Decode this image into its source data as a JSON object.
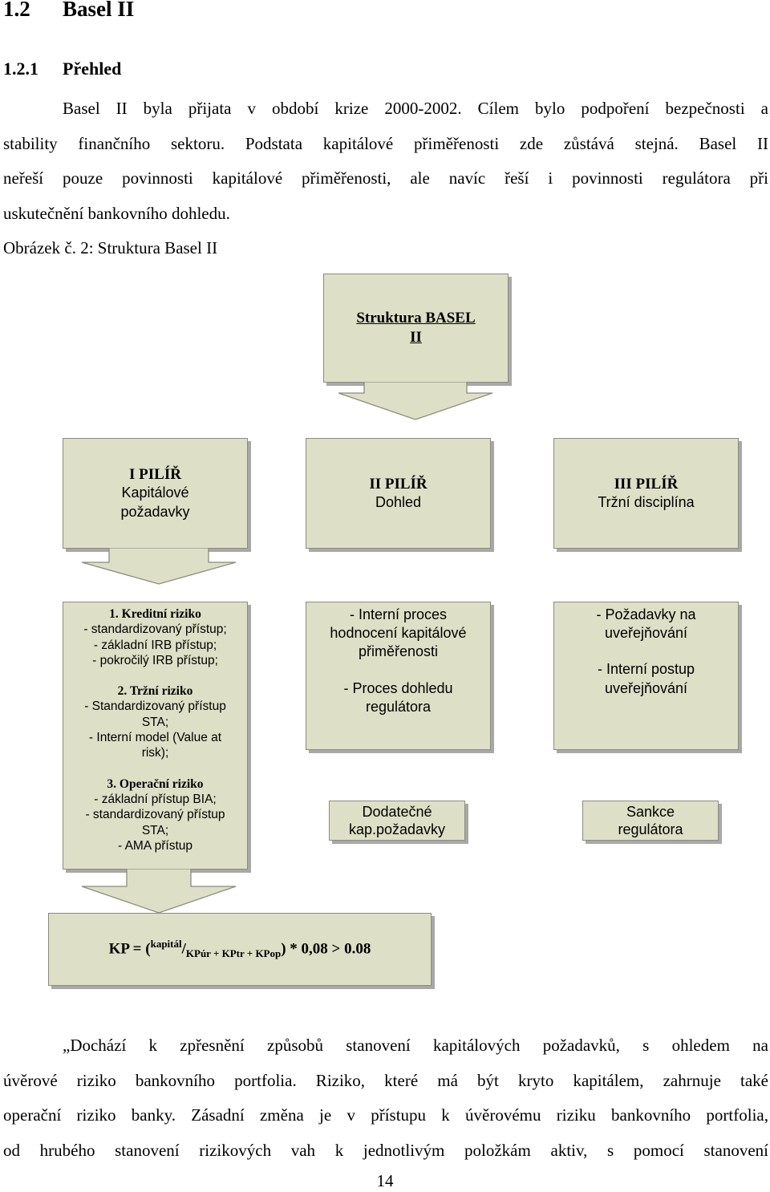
{
  "section": {
    "number": "1.2",
    "title": "Basel II"
  },
  "subsection": {
    "number": "1.2.1",
    "title": "Přehled"
  },
  "intro": {
    "lines": [
      "Basel II byla přijata v období krize 2000-2002. Cílem bylo podpoření bezpečnosti a",
      "stability finančního sektoru. Podstata kapitálové přiměřenosti zde zůstává stejná. Basel II",
      "neřeší pouze povinnosti kapitálové přiměřenosti, ale navíc řeší i povinnosti regulátora při",
      "uskutečnění bankovního dohledu."
    ]
  },
  "figure_caption": "Obrázek č. 2: Struktura Basel II",
  "diagram": {
    "top": {
      "line1": "Struktura BASEL",
      "line2": "II"
    },
    "pillars": [
      {
        "title": "I PILÍŘ",
        "line1": "Kapitálové",
        "line2": "požadavky"
      },
      {
        "title": "II PILÍŘ",
        "line1": "Dohled"
      },
      {
        "title": "III PILÍŘ",
        "line1": "Tržní disciplína"
      }
    ],
    "pillar1_detail": {
      "risk1_title": "1.  Kreditní riziko",
      "risk1_items": [
        "- standardizovaný přístup;",
        "- základní IRB přístup;",
        "- pokročilý IRB přístup;"
      ],
      "risk2_title": "2.  Tržní riziko",
      "risk2_items": [
        "- Standardizovaný přístup",
        "STA;",
        "- Interní model (Value at",
        "risk);"
      ],
      "risk3_title": "3.  Operační riziko",
      "risk3_items": [
        "- základní přístup BIA;",
        "- standardizovaný přístup",
        "STA;",
        "- AMA přístup"
      ]
    },
    "pillar2_detail": [
      "- Interní proces",
      "hodnocení kapitálové",
      "přiměřenosti",
      "- Proces dohledu",
      "regulátora"
    ],
    "pillar3_detail": [
      "- Požadavky na",
      "uveřejňování",
      "- Interní postup",
      "uveřejňování"
    ],
    "pillar2_bottom": {
      "line1": "Dodatečné",
      "line2": "kap.požadavky"
    },
    "pillar3_bottom": {
      "line1": "Sankce",
      "line2": "regulátora"
    },
    "formula": {
      "kp": "KP = (",
      "sup": "kapitál",
      "slash": "/",
      "sub": "KPúr + KPtr + KPop",
      "tail": ") * 0,08 > 0.08"
    }
  },
  "quote": {
    "lines": [
      "„Dochází k zpřesnění způsobů stanovení kapitálových požadavků, s ohledem na",
      "úvěrové riziko bankovního portfolia. Riziko, které má být kryto kapitálem, zahrnuje také",
      "operační riziko banky. Zásadní změna je v přístupu k úvěrovému riziku bankovního portfolia,",
      "od hrubého stanovení rizikových vah k jednotlivým položkám aktiv, s pomocí stanovení"
    ]
  },
  "page_number": "14"
}
